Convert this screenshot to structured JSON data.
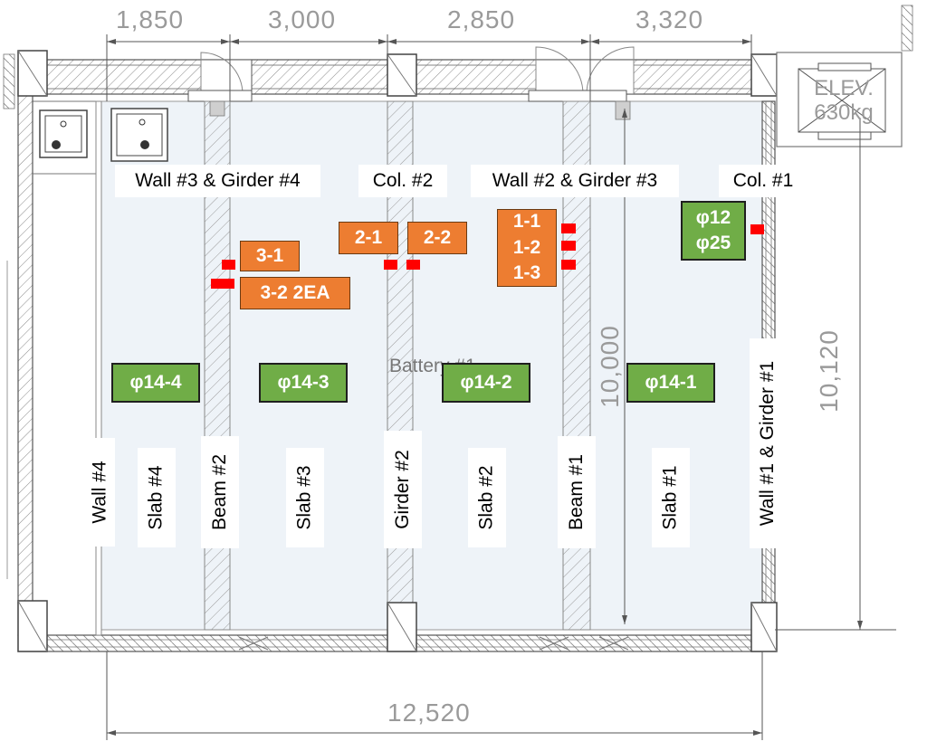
{
  "colors": {
    "orange_tag": "#ed7d31",
    "green_tag": "#70ad47",
    "sensor_red": "#ff0000",
    "room_fill": "#eef3f8",
    "dimension_text": "#9a9a9a"
  },
  "dimensions": {
    "top_1": "1,850",
    "top_2": "3,000",
    "top_3": "2,850",
    "top_4": "3,320",
    "bottom": "12,520",
    "right_outer": "10,120",
    "right_inner": "10,000"
  },
  "elevator": {
    "line1": "ELEV.",
    "line2": "630kg"
  },
  "background_label": "Battery #1",
  "element_labels": {
    "wall3_girder4": "Wall #3 & Girder #4",
    "col2": "Col. #2",
    "wall2_girder3": "Wall #2 & Girder #3",
    "col1": "Col. #1",
    "wall4": "Wall #4",
    "slab4": "Slab #4",
    "beam2": "Beam #2",
    "slab3": "Slab #3",
    "girder2": "Girder #2",
    "slab2": "Slab #2",
    "beam1": "Beam #1",
    "slab1": "Slab #1",
    "wall1_girder1": "Wall #1 & Girder #1"
  },
  "orange_tags": {
    "t3_1": "3-1",
    "t3_2": "3-2 2EA",
    "t2_1": "2-1",
    "t2_2": "2-2",
    "t1_1": "1-1",
    "t1_2": "1-2",
    "t1_3": "1-3"
  },
  "green_tags": {
    "phi12": "φ12",
    "phi25": "φ25",
    "phi14_4": "φ14-4",
    "phi14_3": "φ14-3",
    "phi14_2": "φ14-2",
    "phi14_1": "φ14-1"
  }
}
